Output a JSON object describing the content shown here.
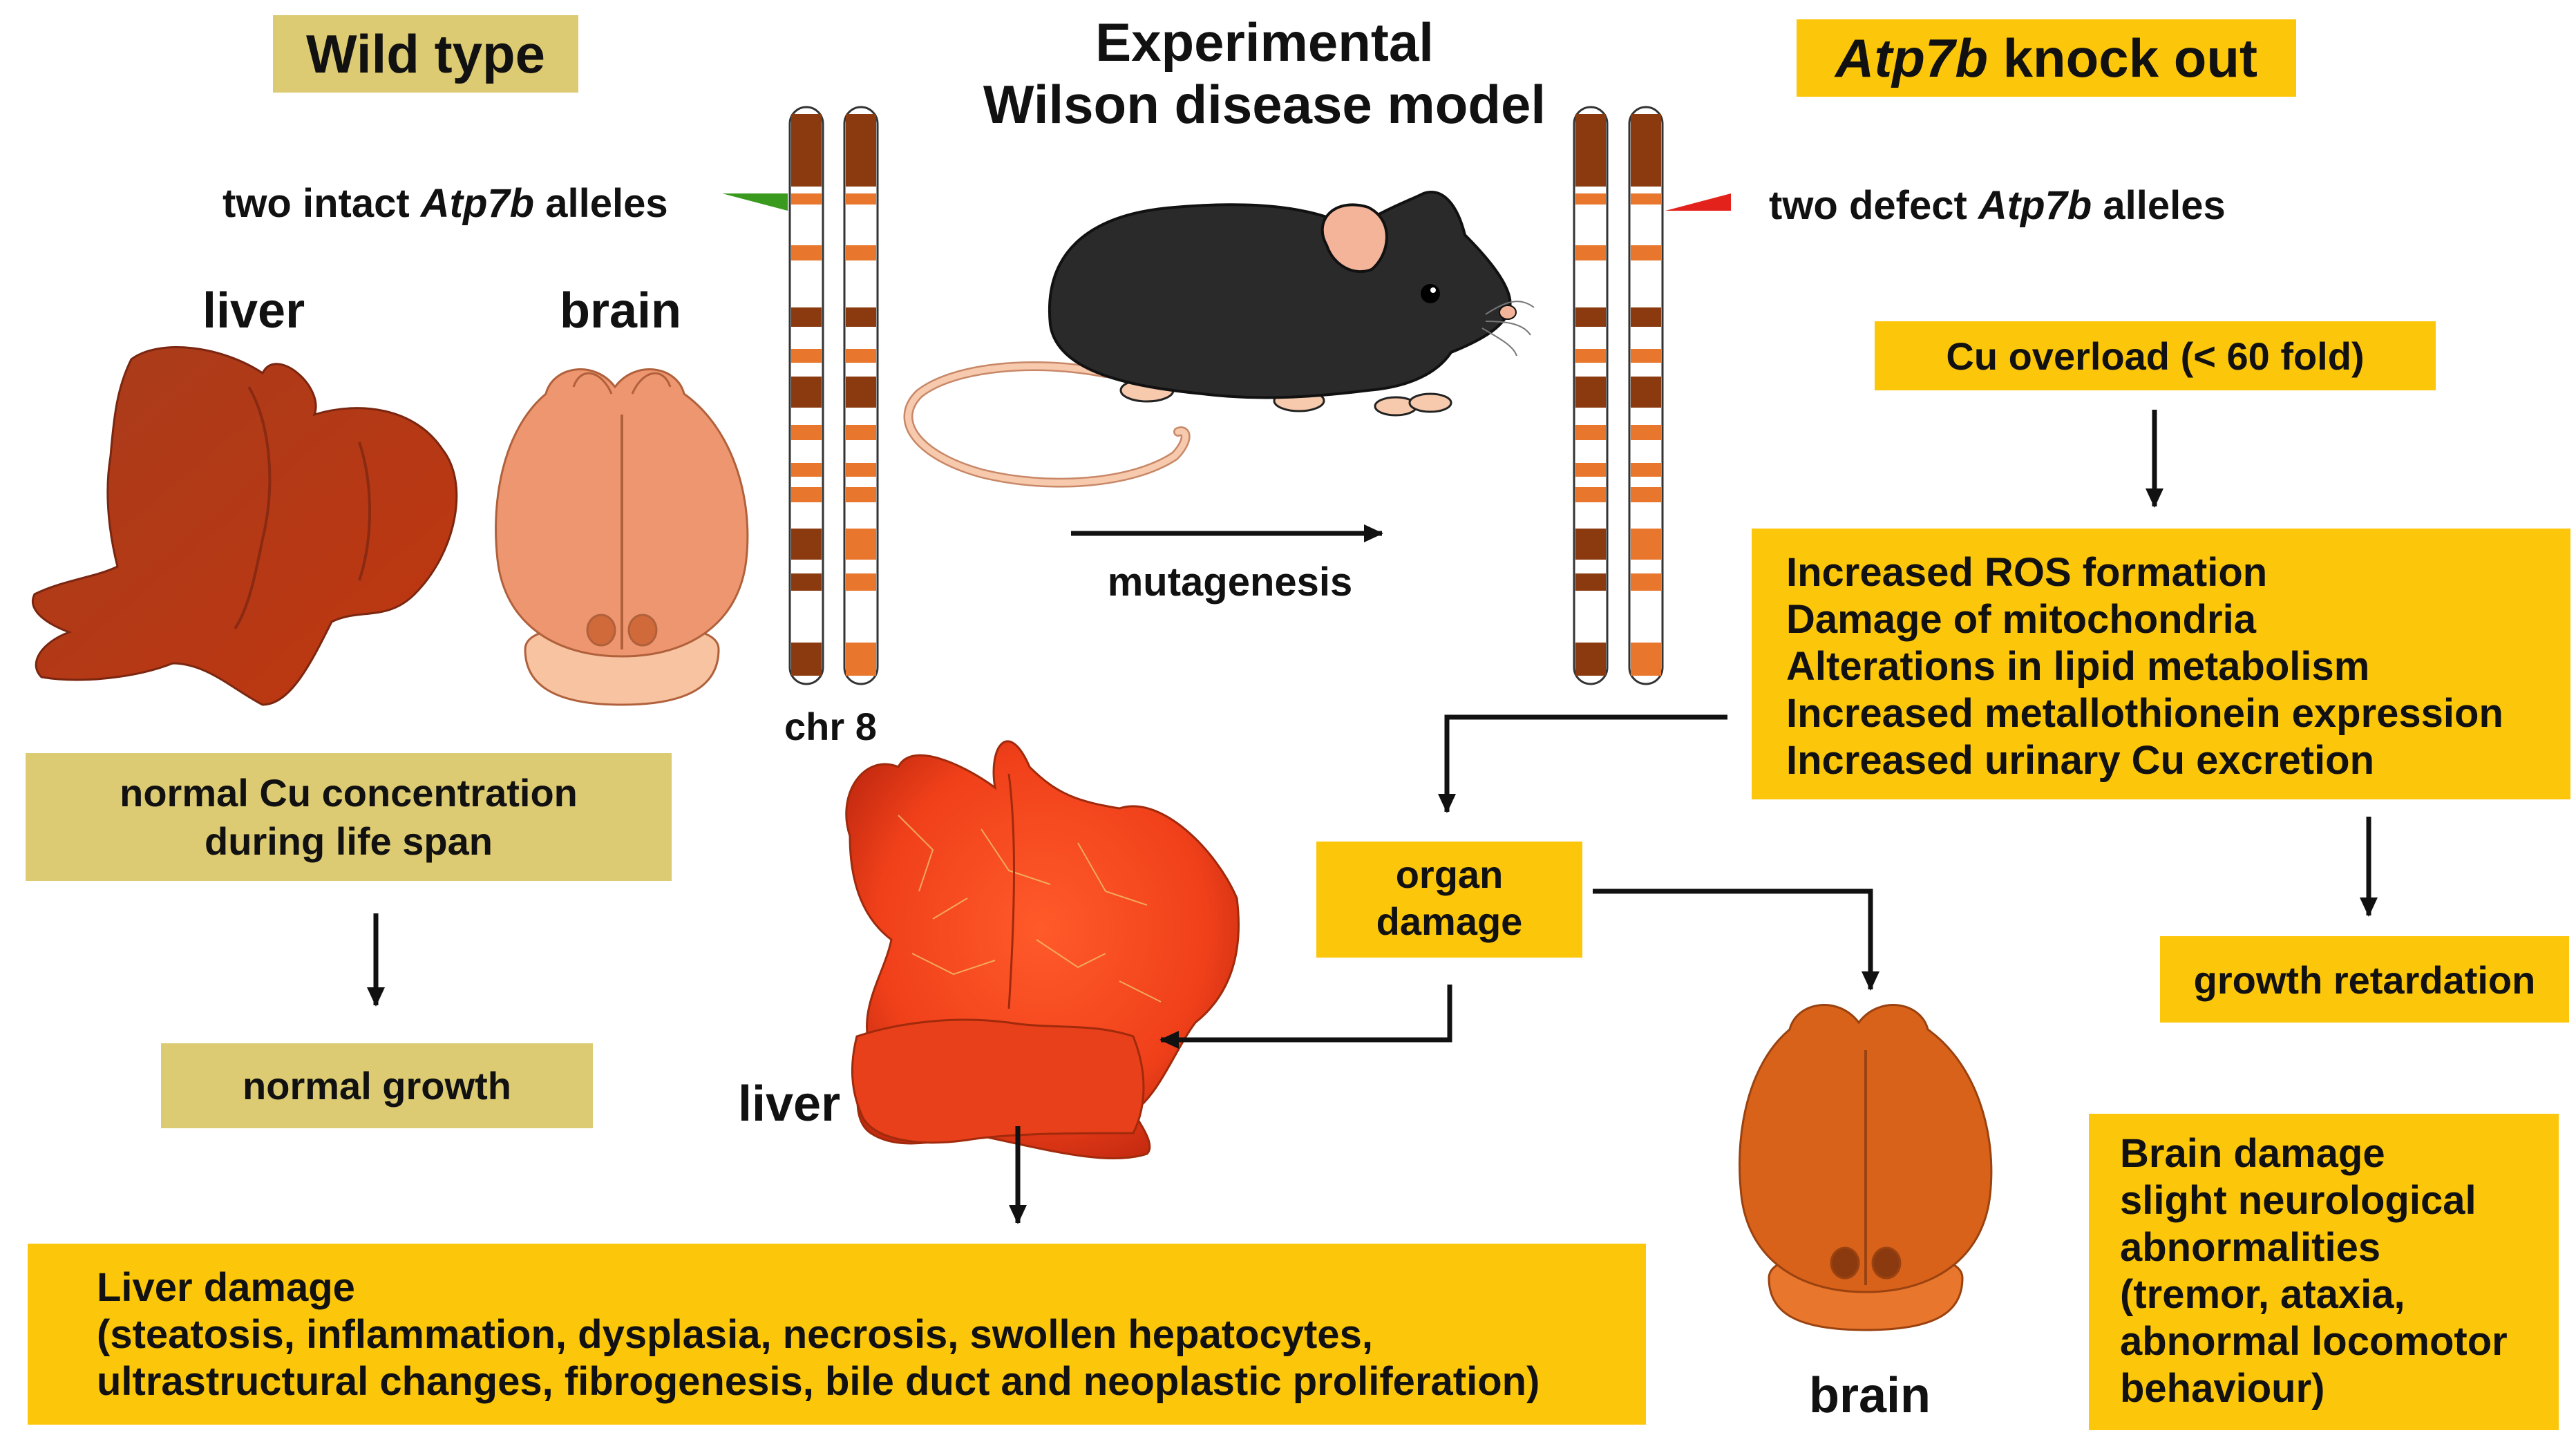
{
  "wild_type": {
    "title": "Wild type",
    "alleles_prefix": "two intact ",
    "alleles_gene": "Atp7b",
    "alleles_suffix": " alleles",
    "liver_label": "liver",
    "brain_label": "brain",
    "cu_line1": "normal Cu concentration",
    "cu_line2": "during life span",
    "growth": "normal growth",
    "flag_color": "#3a9a1e"
  },
  "center": {
    "title_line1": "Experimental",
    "title_line2": "Wilson disease model",
    "mutagenesis": "mutagenesis",
    "chromosome": "chr 8"
  },
  "knockout": {
    "title_gene": "Atp7b",
    "title_rest": " knock out",
    "alleles_prefix": "two defect ",
    "alleles_gene": "Atp7b",
    "alleles_suffix": " alleles",
    "flag_color": "#e3231b",
    "cu_overload": "Cu overload (< 60 fold)",
    "effects": [
      "Increased ROS formation",
      "Damage of mitochondria",
      "Alterations in lipid metabolism",
      "Increased metallothionein expression",
      "Increased urinary Cu excretion"
    ],
    "growth": "growth retardation",
    "organ_damage_line1": "organ",
    "organ_damage_line2": "damage",
    "liver_label": "liver",
    "brain_label": "brain",
    "liver_damage": [
      "Liver damage",
      "(steatosis, inflammation, dysplasia, necrosis, swollen hepatocytes,",
      "ultrastructural changes, fibrogenesis, bile duct and neoplastic proliferation)"
    ],
    "brain_damage": [
      "Brain damage",
      "slight neurological",
      "abnormalities",
      "(tremor, ataxia,",
      "abnormal locomotor",
      "behaviour)"
    ]
  },
  "colors": {
    "khaki_box": "#dccb72",
    "gold_box": "#fcc60b",
    "wt_liver": "#b0341a",
    "wt_brain": "#ee9670",
    "ko_liver": "#f0401a",
    "ko_brain": "#d9621a",
    "band_dark": "#8b3a10",
    "band_light": "#e8762d"
  }
}
